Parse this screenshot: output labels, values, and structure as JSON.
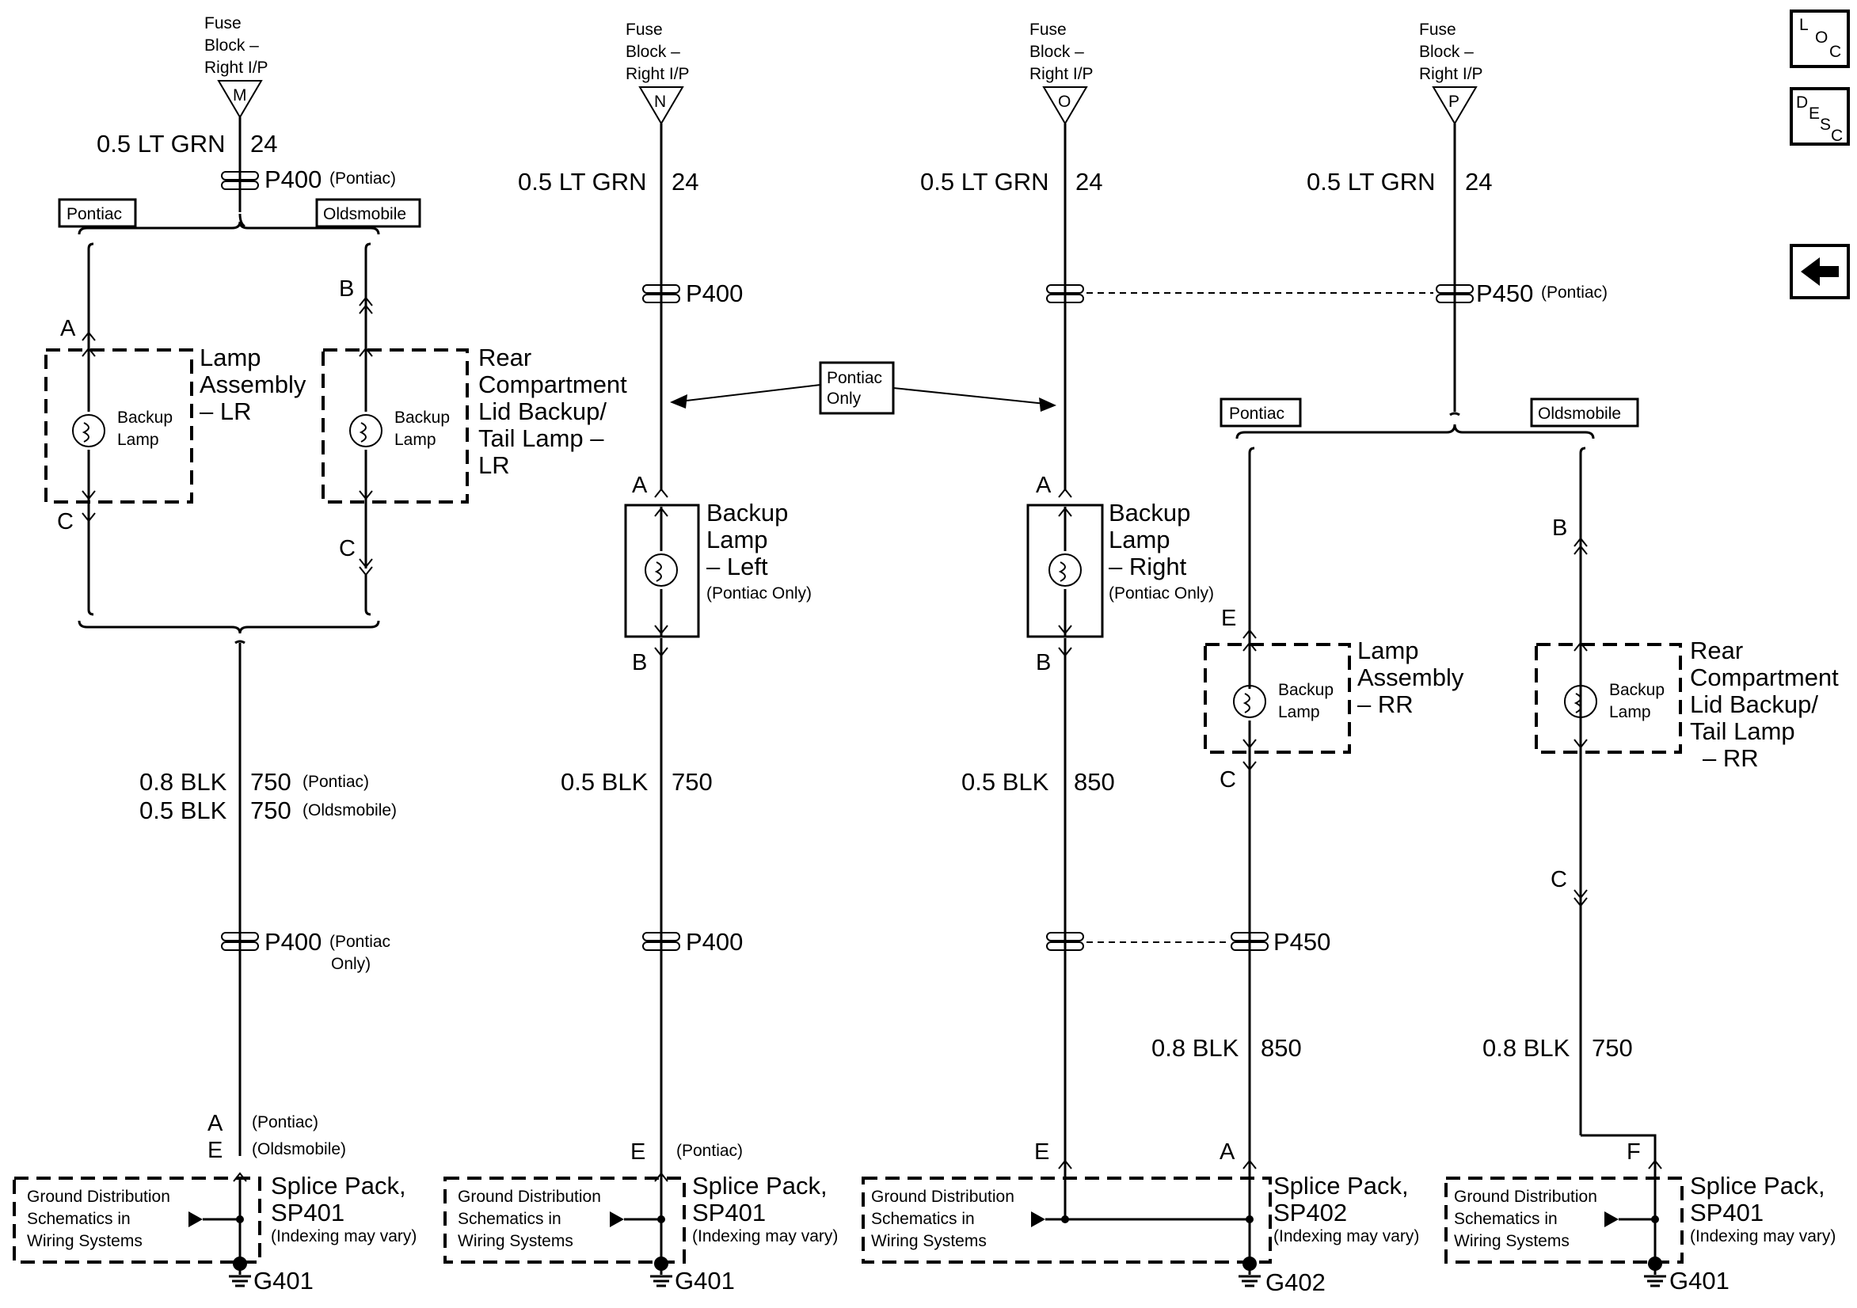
{
  "fuse": {
    "line1": "Fuse",
    "line2": "Block –",
    "line3": "Right I/P",
    "pins": [
      "M",
      "N",
      "O",
      "P"
    ]
  },
  "wires": {
    "lt_grn": "0.5 LT GRN",
    "circuit_24": "24",
    "blk_08": "0.8 BLK",
    "blk_05": "0.5 BLK",
    "circuit_750": "750",
    "circuit_850": "850",
    "note_pontiac": "(Pontiac)",
    "note_oldsmobile": "(Oldsmobile)"
  },
  "connectors": {
    "p400": "P400",
    "p450": "P450",
    "note_pontiac": "(Pontiac)",
    "note_pontiac_only_1": "(Pontiac",
    "note_pontiac_only_2": "Only)"
  },
  "tags": {
    "pontiac": "Pontiac",
    "oldsmobile": "Oldsmobile",
    "pontiac_only_1": "Pontiac",
    "pontiac_only_2": "Only"
  },
  "pins": {
    "a": "A",
    "b": "B",
    "c": "C",
    "e": "E",
    "f": "F"
  },
  "components": {
    "backup_lamp_1": "Backup",
    "backup_lamp_2": "Lamp",
    "lamp_assy_lr": [
      "Lamp",
      "Assembly",
      "– LR"
    ],
    "rear_lid_lr": [
      "Rear",
      "Compartment",
      "Lid Backup/",
      "Tail Lamp –",
      "LR"
    ],
    "backup_left": [
      "Backup",
      "Lamp",
      "– Left",
      "(Pontiac Only)"
    ],
    "backup_right": [
      "Backup",
      "Lamp",
      "– Right",
      "(Pontiac Only)"
    ],
    "lamp_assy_rr": [
      "Lamp",
      "Assembly",
      "– RR"
    ],
    "rear_lid_rr": [
      "Rear",
      "Compartment",
      "Lid Backup/",
      "Tail Lamp",
      "– RR"
    ]
  },
  "splice": {
    "ground_dist": [
      "Ground Distribution",
      "Schematics in",
      "Wiring Systems"
    ],
    "sp401": [
      "Splice Pack,",
      "SP401",
      "(Indexing may vary)"
    ],
    "sp402": [
      "Splice Pack,",
      "SP402",
      "(Indexing may vary)"
    ],
    "g401": "G401",
    "g402": "G402"
  },
  "nav": {
    "loc_l": "L",
    "loc_o": "O",
    "loc_c": "C",
    "desc_d": "D",
    "desc_e": "E",
    "desc_s": "S",
    "desc_c": "C",
    "back_arrow": "⬅"
  }
}
